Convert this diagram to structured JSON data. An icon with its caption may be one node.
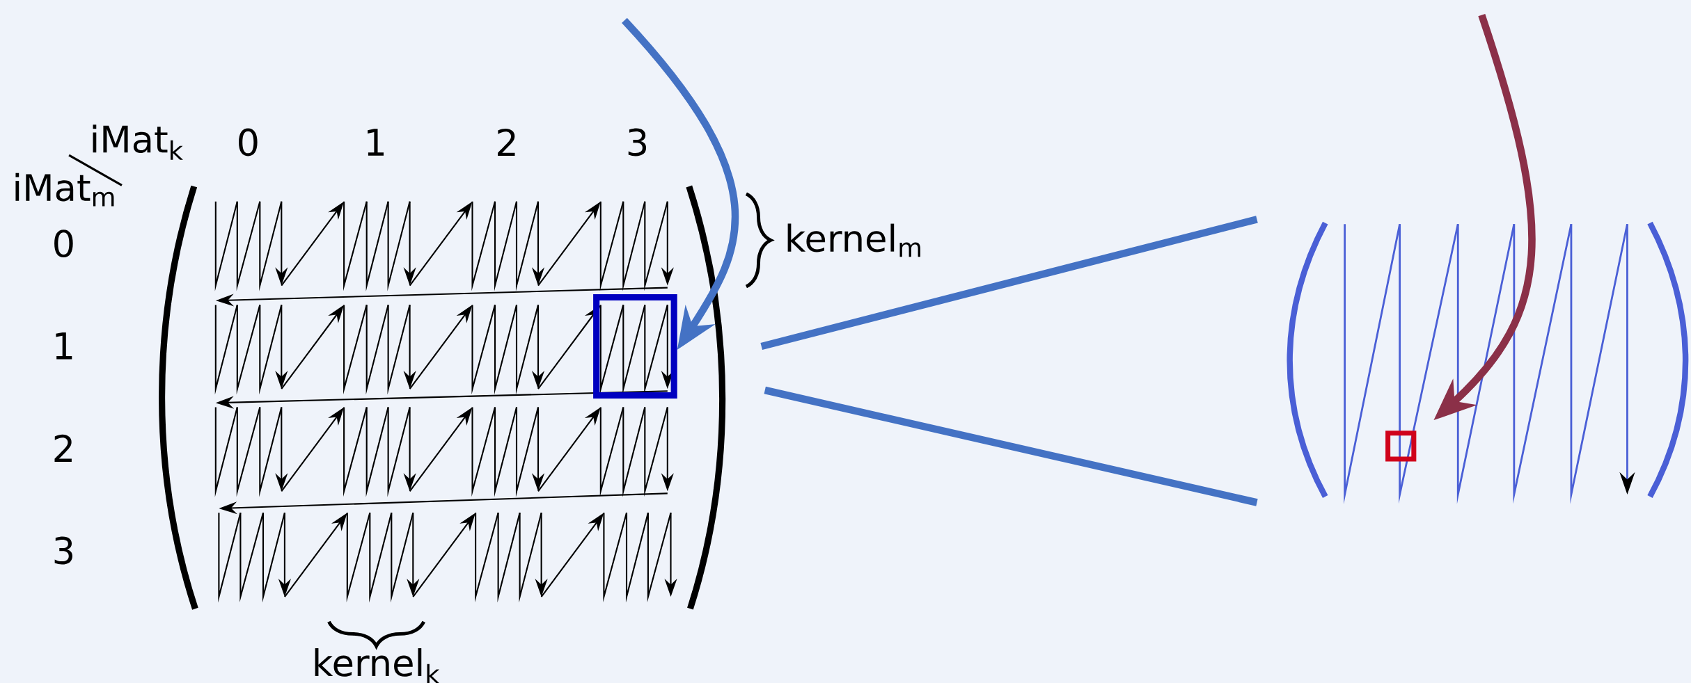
{
  "diagram": {
    "nodes": [
      {
        "text": [],
        "shape": "box"
      },
      {
        "text": [],
        "shape": "box"
      },
      {
        "text": [],
        "shape": "box",
        "in": 1
      }
    ],
    "edges": [
      {
        "from": null,
        "to": 0,
        "arrow": "to"
      },
      {
        "from": 0,
        "to": 1,
        "arrow": "none"
      },
      {
        "from": 0,
        "to": 1,
        "arrow": "none"
      },
      {
        "from": null,
        "to": 2,
        "arrow": "to",
        "color": "#8b3048"
      }
    ],
    "labels": [
      "iMat$_{k}$",
      "0",
      "1",
      "2",
      "3",
      "iMat$_{m}$",
      "0",
      "kernel$_{m}$",
      "1",
      "2",
      "3",
      "kernel$_{k}$"
    ]
  }
}
